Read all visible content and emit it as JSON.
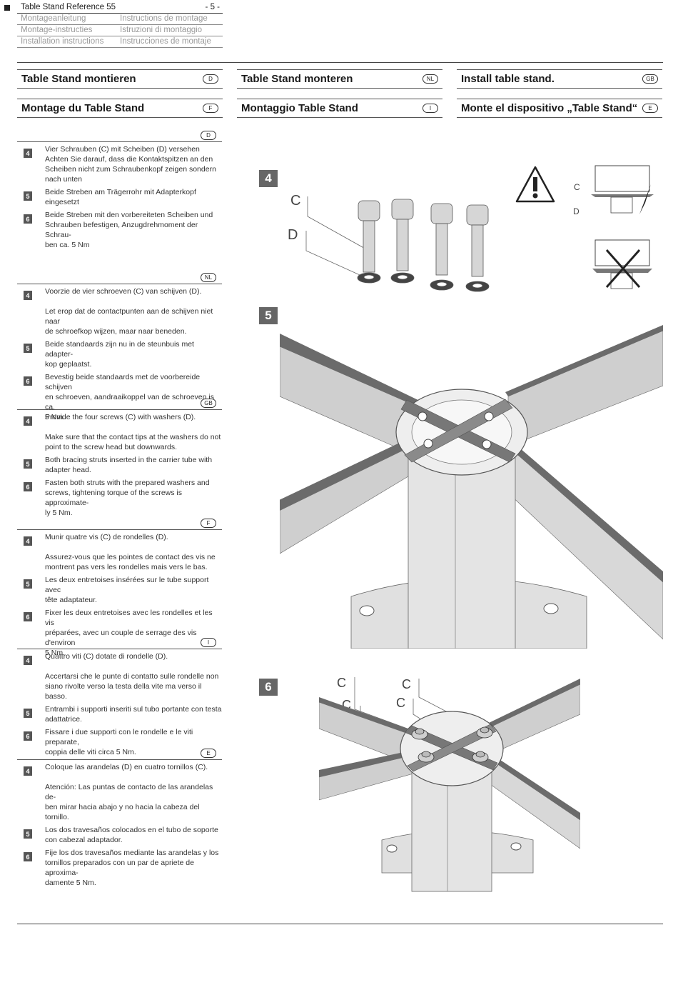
{
  "header": {
    "rows": [
      {
        "left": "Table Stand Reference 55",
        "right": "- 5 -"
      },
      {
        "left": "Montageanleitung",
        "right": "Instructions de montage"
      },
      {
        "left": "Montage-instructies",
        "right": "Istruzioni di montaggio"
      },
      {
        "left": "Installation instructions",
        "right": "Instrucciones de montaje"
      }
    ]
  },
  "titles": [
    {
      "text": "Table Stand montieren",
      "lang": "D"
    },
    {
      "text": "Table Stand monteren",
      "lang": "NL"
    },
    {
      "text": "Install table stand.",
      "lang": "GB"
    },
    {
      "text": "Montage du Table Stand",
      "lang": "F"
    },
    {
      "text": "Montaggio Table Stand",
      "lang": "I"
    },
    {
      "text": "Monte el dispositivo „Table Stand“",
      "lang": "E"
    }
  ],
  "sections": [
    {
      "lang": "D",
      "steps": [
        {
          "num": "4",
          "text": "Vier Schrauben (C) mit Scheiben (D) versehen\nAchten Sie darauf, dass die Kontaktspitzen an den\nScheiben nicht zum Schraubenkopf zeigen sondern\nnach unten"
        },
        {
          "num": "5",
          "text": "Beide Streben am Trägerrohr mit Adapterkopf\neingesetzt"
        },
        {
          "num": "6",
          "text": "Beide Streben mit den vorbereiteten Scheiben und\nSchrauben  befestigen, Anzugdrehmoment der Schrau-\nben ca. 5 Nm"
        }
      ]
    },
    {
      "lang": "NL",
      "steps": [
        {
          "num": "4",
          "text": "Voorzie de vier schroeven (C) van schijven (D).\n\nLet erop dat de contactpunten aan de schijven niet naar\nde schroefkop wijzen, maar naar beneden."
        },
        {
          "num": "5",
          "text": "Beide standaards zijn nu in de steunbuis met adapter-\nkop geplaatst."
        },
        {
          "num": "6",
          "text": "Bevestig beide standaards met de voorbereide schijven\nen schroeven, aandraaikoppel van de schroeven is ca.\n5 Nm."
        }
      ]
    },
    {
      "lang": "GB",
      "steps": [
        {
          "num": "4",
          "text": "Provide the four screws (C) with washers (D).\n\nMake sure that the contact tips at the washers do not\npoint to the screw head but downwards."
        },
        {
          "num": "5",
          "text": "Both bracing struts inserted in the carrier tube with\nadapter head."
        },
        {
          "num": "6",
          "text": "Fasten both struts with the prepared washers and\nscrews, tightening torque of the screws is approximate-\nly 5 Nm."
        }
      ]
    },
    {
      "lang": "F",
      "steps": [
        {
          "num": "4",
          "text": "Munir quatre vis (C) de rondelles (D).\n\nAssurez-vous que les pointes de contact des vis ne\nmontrent pas vers les rondelles mais vers le bas."
        },
        {
          "num": "5",
          "text": "Les deux entretoises insérées sur le tube support avec\ntête adaptateur."
        },
        {
          "num": "6",
          "text": "Fixer les deux entretoises avec les rondelles et les vis\npréparées, avec un couple de serrage des vis d'environ\n5 Nm."
        }
      ]
    },
    {
      "lang": "I",
      "steps": [
        {
          "num": "4",
          "text": "Quattro viti (C) dotate di rondelle (D).\n\nAccertarsi che le punte di contatto sulle rondelle non\nsiano rivolte verso la testa della vite ma verso il basso."
        },
        {
          "num": "5",
          "text": "Entrambi i supporti inseriti sul tubo portante con testa\nadattatrice."
        },
        {
          "num": "6",
          "text": "Fissare i due supporti con le rondelle e le viti preparate,\ncoppia delle viti circa 5 Nm."
        }
      ]
    },
    {
      "lang": "E",
      "steps": [
        {
          "num": "4",
          "text": "Coloque las arandelas (D) en cuatro tornillos (C).\n\nAtención: Las puntas de contacto de las arandelas de-\nben mirar hacia abajo y no hacia la cabeza del tornillo."
        },
        {
          "num": "5",
          "text": "Los dos travesaños colocados en el tubo de soporte\ncon cabezal adaptador."
        },
        {
          "num": "6",
          "text": "Fije los dos travesaños mediante las arandelas y los\ntornillos preparados con un par de apriete de aproxima-\ndamente 5 Nm."
        }
      ]
    }
  ],
  "figures": {
    "fig4": {
      "num": "4",
      "label_c": "C",
      "label_d": "D"
    },
    "fig5": {
      "num": "5"
    },
    "fig6": {
      "num": "6",
      "label_c": "C"
    }
  },
  "colors": {
    "strut_top": "#6b6b6b",
    "strut_face": "#cfcfcf",
    "tube": "#e4e4e4",
    "badge": "#555555"
  }
}
